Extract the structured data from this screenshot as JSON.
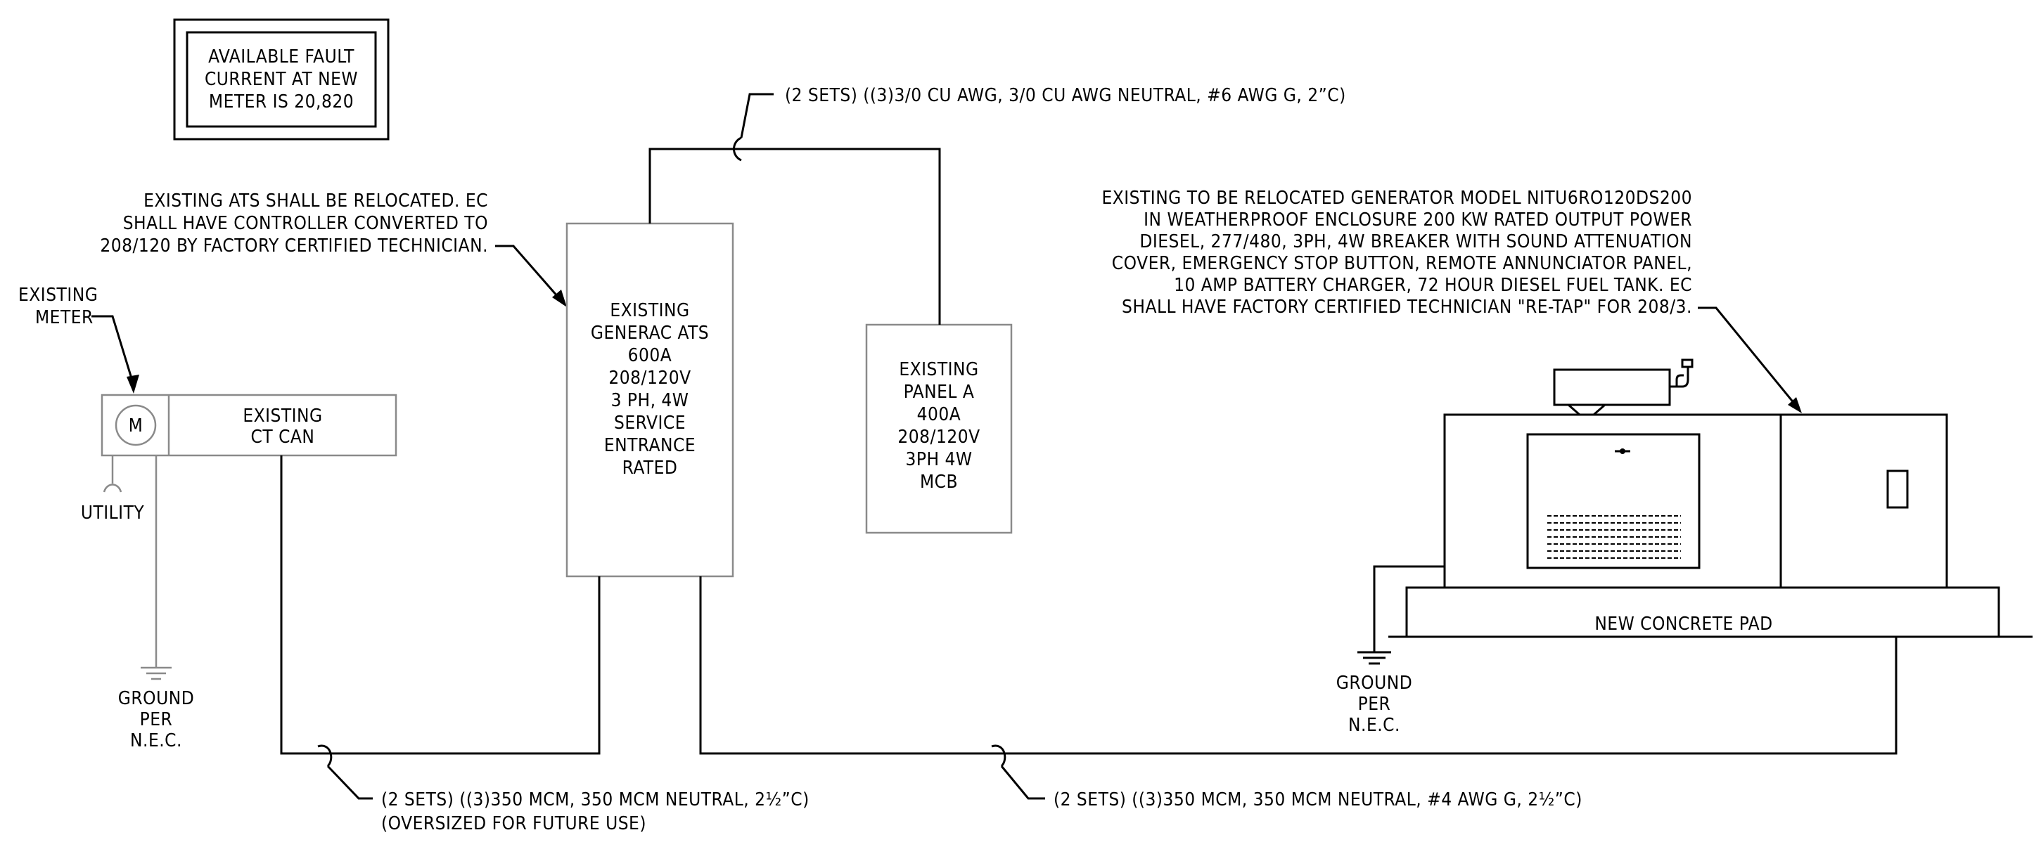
{
  "fault_box": {
    "lines": [
      "AVAILABLE FAULT",
      "CURRENT AT NEW",
      "METER IS 20,820"
    ]
  },
  "meter": {
    "label_lines": [
      "EXISTING",
      "METER"
    ],
    "symbol": "M",
    "utility_label": "UTILITY"
  },
  "ct_can": {
    "lines": [
      "EXISTING",
      "CT CAN"
    ]
  },
  "ground_left": {
    "lines": [
      "GROUND",
      "PER",
      "N.E.C."
    ]
  },
  "ats_note": {
    "lines": [
      "EXISTING ATS SHALL BE RELOCATED. EC",
      "SHALL HAVE CONTROLLER CONVERTED TO",
      "208/120 BY FACTORY CERTIFIED TECHNICIAN."
    ]
  },
  "ats": {
    "lines": [
      "EXISTING",
      "GENERAC ATS",
      "600A",
      "208/120V",
      "3 PH, 4W",
      "SERVICE",
      "ENTRANCE",
      "RATED"
    ]
  },
  "panel_a": {
    "lines": [
      "EXISTING",
      "PANEL A",
      "400A",
      "208/120V",
      "3PH 4W",
      "MCB"
    ]
  },
  "top_conductor": "(2 SETS) ((3)3/0 CU AWG, 3/0 CU AWG NEUTRAL, #6 AWG G, 2”C)",
  "bottom_left_conductor": {
    "lines": [
      "(2 SETS) ((3)350 MCM, 350 MCM NEUTRAL, 2½”C)",
      "(OVERSIZED FOR FUTURE USE)"
    ]
  },
  "bottom_right_conductor": "(2 SETS) ((3)350 MCM, 350 MCM NEUTRAL, #4 AWG G, 2½”C)",
  "generator_note": {
    "lines": [
      "EXISTING TO BE RELOCATED GENERATOR MODEL NITU6RO120DS200",
      "IN WEATHERPROOF ENCLOSURE 200 KW RATED OUTPUT POWER",
      "DIESEL, 277/480, 3PH, 4W BREAKER WITH SOUND ATTENUATION",
      "COVER, EMERGENCY STOP BUTTON, REMOTE ANNUNCIATOR PANEL,",
      "10 AMP BATTERY CHARGER, 72 HOUR DIESEL FUEL TANK. EC",
      "SHALL HAVE FACTORY CERTIFIED TECHNICIAN \"RE-TAP\" FOR 208/3."
    ]
  },
  "pad_label": "NEW CONCRETE PAD",
  "ground_right": {
    "lines": [
      "GROUND",
      "PER",
      "N.E.C."
    ]
  }
}
